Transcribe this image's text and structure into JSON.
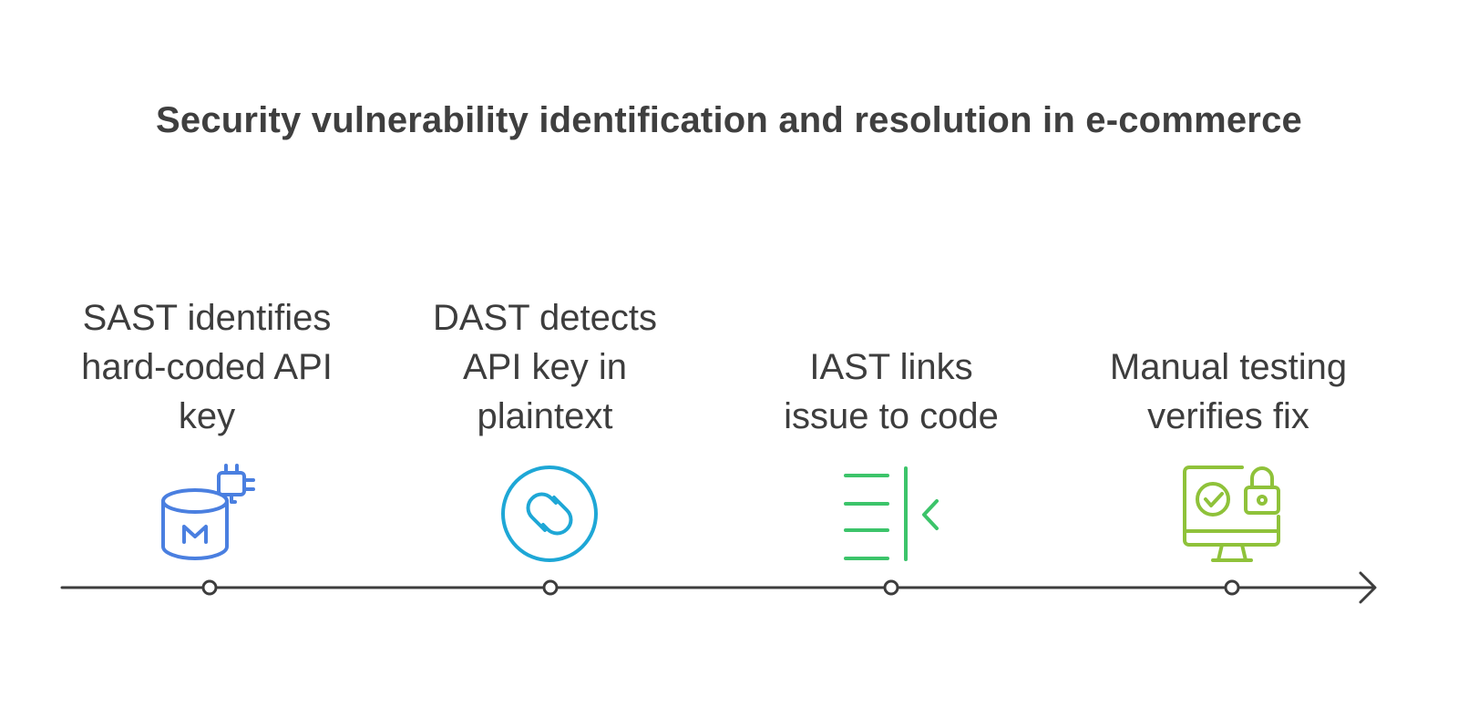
{
  "title": "Security vulnerability identification and resolution in e-commerce",
  "steps": [
    {
      "lines": [
        "SAST identifies",
        "hard-coded API",
        "key"
      ],
      "icon": "database-chip-icon",
      "color": "#4a7fe0"
    },
    {
      "lines": [
        "DAST detects",
        "API key in",
        "plaintext"
      ],
      "icon": "link-circle-icon",
      "color": "#1ea7d6"
    },
    {
      "lines": [
        "IAST links",
        "issue to code"
      ],
      "icon": "collapse-lines-icon",
      "color": "#3cc46a"
    },
    {
      "lines": [
        "Manual testing",
        "verifies fix"
      ],
      "icon": "secure-monitor-icon",
      "color": "#8fc23a"
    }
  ],
  "timeline_color": "#3d3d3d"
}
